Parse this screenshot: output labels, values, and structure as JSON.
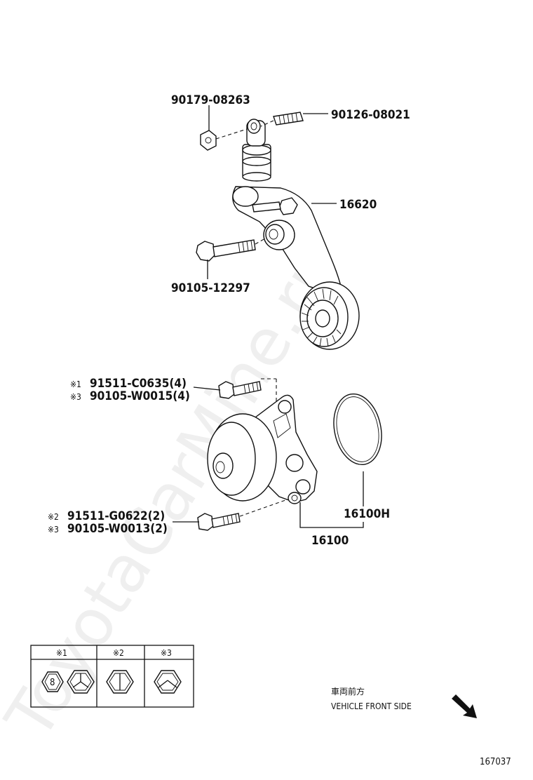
{
  "watermark": "ToyotaCarMine.ru",
  "callouts": {
    "nut": "90179-08263",
    "stud": "90126-08021",
    "tensioner": "16620",
    "tensioner_bolt": "90105-12297",
    "pump_bolt_top_1": "91511-C0635(4)",
    "pump_bolt_top_3": "90105-W0015(4)",
    "pump_bolt_bottom_2": "91511-G0622(2)",
    "pump_bolt_bottom_3": "90105-W0013(2)",
    "gasket": "16100H",
    "water_pump": "16100"
  },
  "markers": {
    "m1": "※1",
    "m2": "※2",
    "m3": "※3"
  },
  "legend": {
    "headers": [
      "※1",
      "※2",
      "※3"
    ],
    "grade_number": "8"
  },
  "direction": {
    "japanese": "車両前方",
    "english": "VEHICLE FRONT SIDE"
  },
  "figure_number": "167037",
  "icons": [
    "hex-bolt-grade-8-icon",
    "hex-bolt-3-line-icon",
    "hex-bolt-1-line-icon",
    "hex-bolt-2-line-icon",
    "front-direction-arrow-icon"
  ]
}
